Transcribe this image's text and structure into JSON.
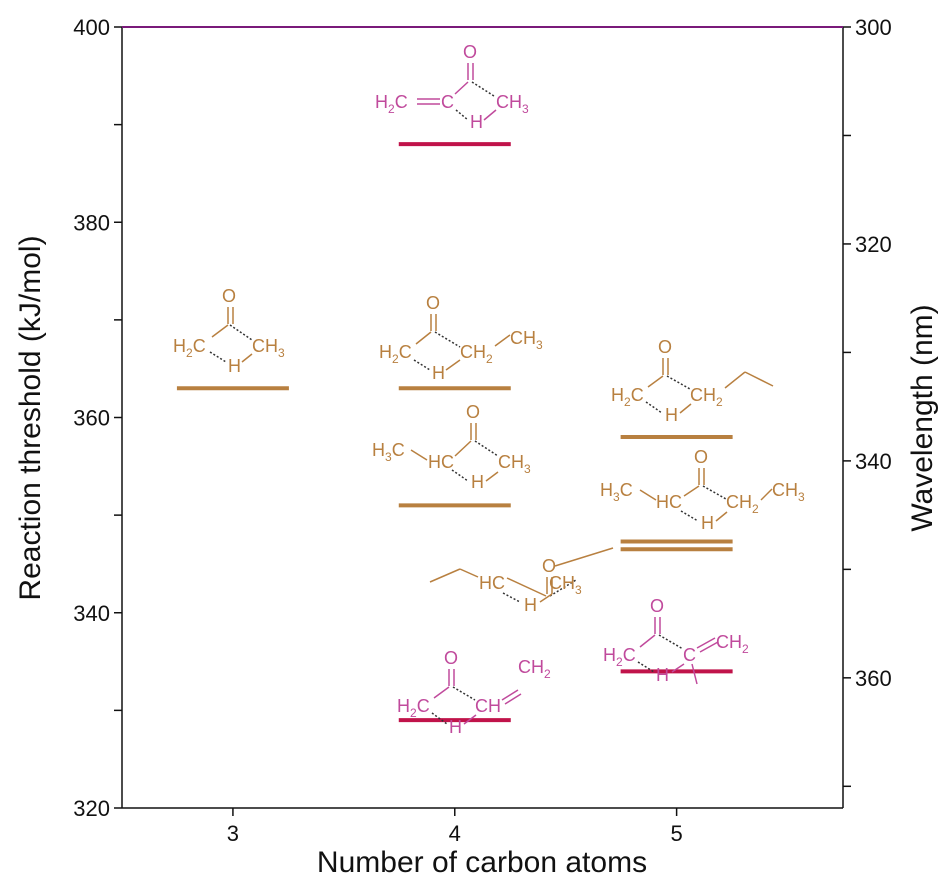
{
  "chart_data": {
    "type": "scatter",
    "xlabel": "Number of carbon atoms",
    "ylabel": "Reaction threshold (kJ/mol)",
    "ylabel_right": "Wavelength (nm)",
    "xlim": [
      2.5,
      5.75
    ],
    "ylim": [
      320,
      400
    ],
    "x_ticks": [
      3,
      4,
      5
    ],
    "y_ticks": [
      320,
      340,
      360,
      380,
      400
    ],
    "y2_ticks": [
      300,
      320,
      340,
      360
    ],
    "y2_range_nm": [
      300,
      372
    ],
    "y2_minor_ticks": [
      310,
      330,
      350,
      370
    ],
    "highlight_color": "#7a1a7a",
    "series": [
      {
        "color": "#b88040",
        "points": [
          {
            "x": 3,
            "y": 363
          },
          {
            "x": 4,
            "y": 363
          },
          {
            "x": 4,
            "y": 351
          },
          {
            "x": 5,
            "y": 358
          },
          {
            "x": 5,
            "y": 347.3
          },
          {
            "x": 5,
            "y": 346.5
          }
        ]
      },
      {
        "color": "#c0134a",
        "points": [
          {
            "x": 4,
            "y": 388
          },
          {
            "x": 4,
            "y": 329
          },
          {
            "x": 5,
            "y": 334
          }
        ]
      }
    ],
    "annotations": {
      "acetone": {
        "o": "O",
        "left": "H",
        "left_sub": "2",
        "left_tail": "C",
        "right": "CH",
        "right_sub": "3",
        "h": "H"
      },
      "mvk": {
        "o": "O",
        "left": "H",
        "left_sub": "2",
        "left_tail": "C",
        "mid": "C",
        "right": "CH",
        "right_sub": "3",
        "h": "H"
      },
      "butanone": {
        "o": "O",
        "left": "H",
        "left_sub": "2",
        "left_tail": "C",
        "right": "CH",
        "right_sub": "2",
        "end": "CH",
        "end_sub": "3",
        "h": "H"
      },
      "butanone_alt": {
        "o": "O",
        "far": "H",
        "far_sub": "3",
        "far_tail": "C",
        "left": "HC",
        "right": "CH",
        "right_sub": "3",
        "h": "H"
      },
      "methylbutanone": {
        "o": "O",
        "left": "HC",
        "right": "CH",
        "right_sub": "3",
        "h": "H"
      },
      "acrolein_like": {
        "o": "O",
        "left": "H",
        "left_sub": "2",
        "left_tail": "C",
        "right": "CH",
        "end": "CH",
        "end_sub": "2",
        "h": "H"
      },
      "pentanone2": {
        "o": "O",
        "left": "H",
        "left_sub": "2",
        "left_tail": "C",
        "right": "CH",
        "right_sub": "2",
        "h": "H"
      },
      "pentanone3": {
        "o": "O",
        "far": "H",
        "far_sub": "3",
        "far_tail": "C",
        "left": "HC",
        "right": "CH",
        "right_sub": "2",
        "end": "CH",
        "end_sub": "3",
        "h": "H"
      },
      "methylbutenone": {
        "o": "O",
        "left": "H",
        "left_sub": "2",
        "left_tail": "C",
        "mid": "C",
        "end": "CH",
        "end_sub": "2",
        "h": "H"
      }
    }
  }
}
